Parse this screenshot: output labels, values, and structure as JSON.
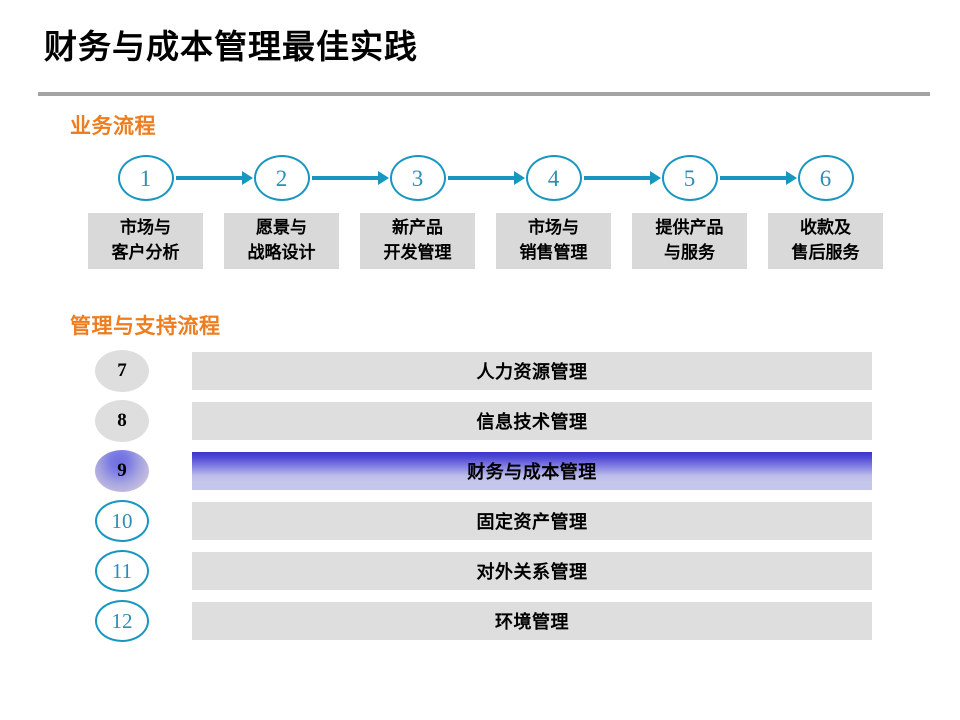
{
  "slide": {
    "title": "财务与成本管理最佳实践"
  },
  "business_section": {
    "heading": "业务流程",
    "steps": [
      {
        "number": "1",
        "line1": "市场与",
        "line2": "客户分析"
      },
      {
        "number": "2",
        "line1": "愿景与",
        "line2": "战略设计"
      },
      {
        "number": "3",
        "line1": "新产品",
        "line2": "开发管理"
      },
      {
        "number": "4",
        "line1": "市场与",
        "line2": "销售管理"
      },
      {
        "number": "5",
        "line1": "提供产品",
        "line2": "与服务"
      },
      {
        "number": "6",
        "line1": "收款及",
        "line2": "售后服务"
      }
    ]
  },
  "support_section": {
    "heading": "管理与支持流程",
    "rows": [
      {
        "number": "7",
        "label": "人力资源管理",
        "badge_style": "filled",
        "highlighted": false
      },
      {
        "number": "8",
        "label": "信息技术管理",
        "badge_style": "filled",
        "highlighted": false
      },
      {
        "number": "9",
        "label": "财务与成本管理",
        "badge_style": "gradient",
        "highlighted": true
      },
      {
        "number": "10",
        "label": "固定资产管理",
        "badge_style": "outline",
        "highlighted": false
      },
      {
        "number": "11",
        "label": "对外关系管理",
        "badge_style": "outline",
        "highlighted": false
      },
      {
        "number": "12",
        "label": "环境管理",
        "badge_style": "outline",
        "highlighted": false
      }
    ]
  },
  "colors": {
    "accent_orange": "#ed7d1f",
    "flow_teal": "#1896c0",
    "bar_gray": "#dedede",
    "box_gray": "#d9d9d9",
    "highlight_blue": "#3a33cf",
    "rule_gray": "#a3a3a3"
  }
}
